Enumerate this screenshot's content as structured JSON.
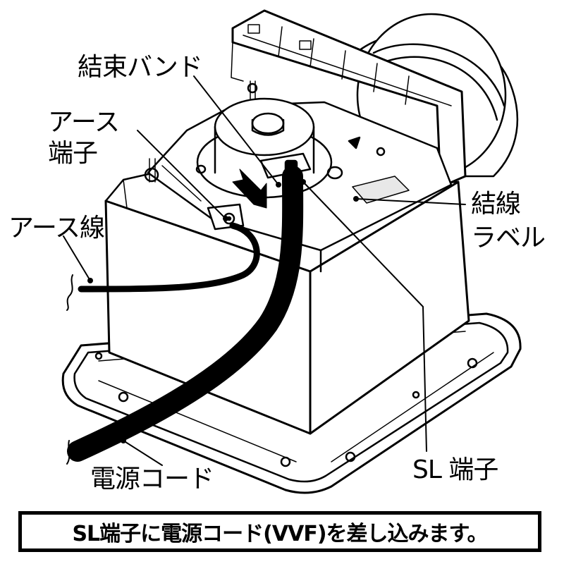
{
  "labels": {
    "binding_band": "結束バンド",
    "earth_terminal_line1": "アース",
    "earth_terminal_line2": "端子",
    "earth_wire": "アース線",
    "wiring_label_line1": "結線",
    "wiring_label_line2": "ラベル",
    "power_cord": "電源コード",
    "sl_terminal": "SL 端子"
  },
  "caption": "SL端子に電源コード(VVF)を差し込みます。",
  "colors": {
    "ink": "#000000",
    "background": "#ffffff",
    "body_fill": "#ffffff",
    "shade": "#e8e8e8"
  }
}
